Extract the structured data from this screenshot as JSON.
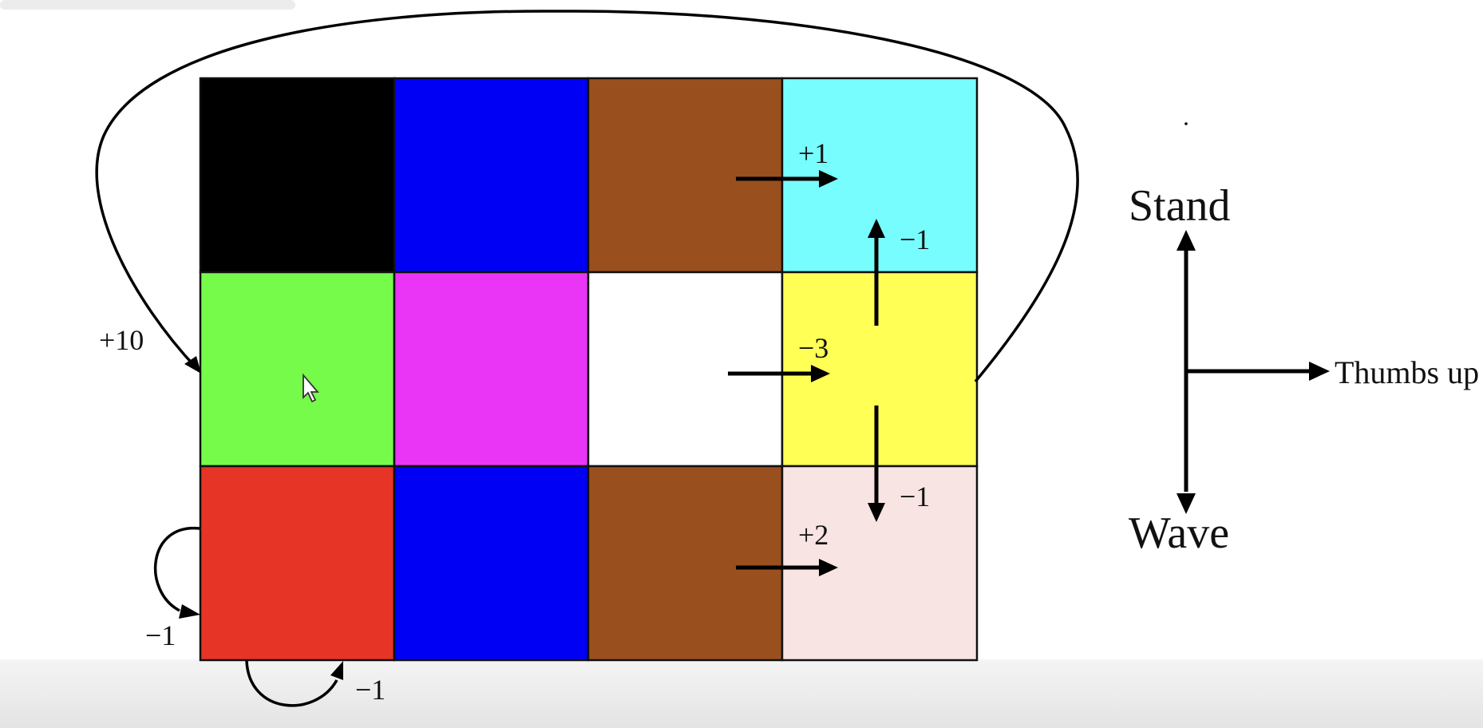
{
  "grid": {
    "rows": [
      [
        "#000000",
        "#0000f5",
        "#9a4f1e",
        "#77fdfd"
      ],
      [
        "#76fb4a",
        "#ea35f7",
        "#ffffff",
        "#ffff55"
      ],
      [
        "#e63526",
        "#0000f5",
        "#9a4f1e",
        "#f8e4e3"
      ]
    ]
  },
  "transitions": {
    "wrap_reward": "+10",
    "right_top": "+1",
    "right_mid": "−3",
    "right_bot": "+2",
    "up_yellow": "−1",
    "down_yellow": "−1",
    "self_left": "−1",
    "self_bottom": "−1"
  },
  "actions": {
    "up": "Stand",
    "down": "Wave",
    "right": "Thumbs up"
  },
  "colors": {
    "top_strip": "#ececec",
    "bottom_strip": "#e8e8e8"
  }
}
